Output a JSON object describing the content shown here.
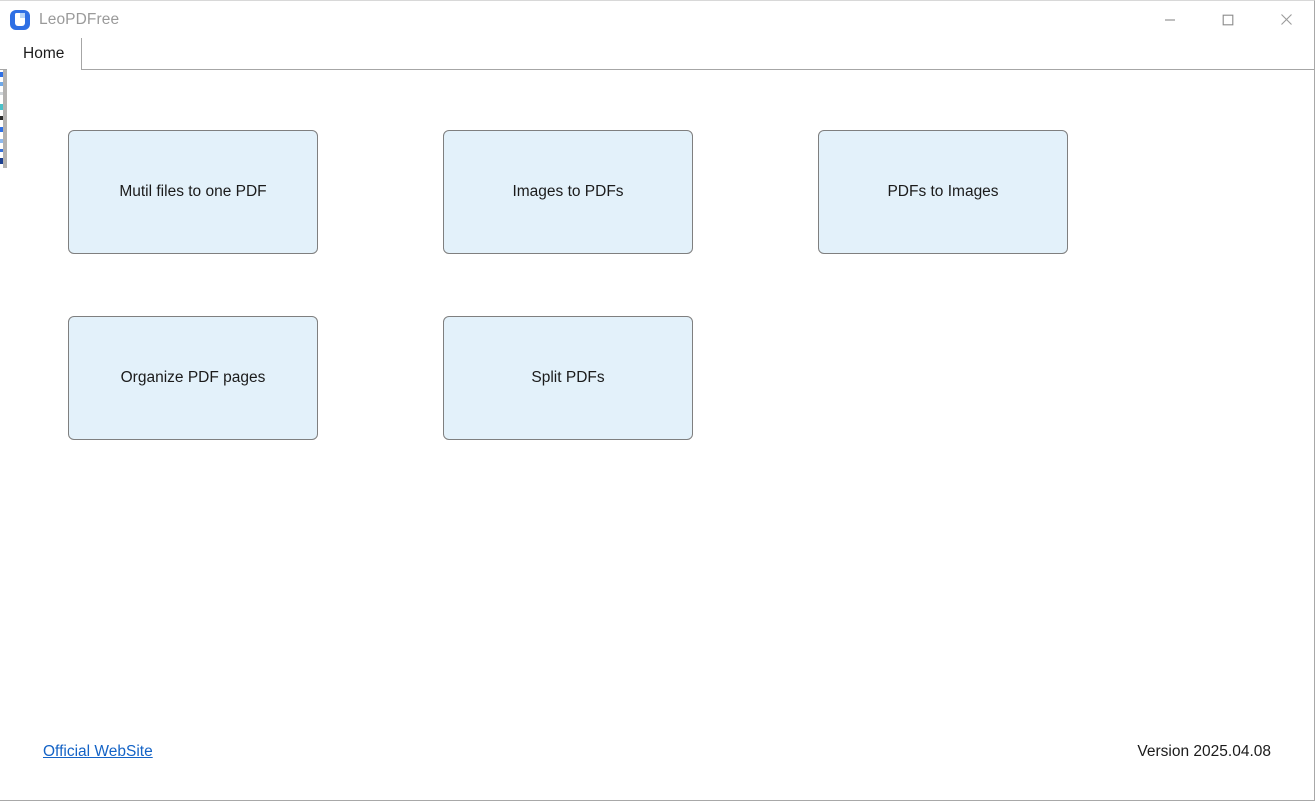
{
  "window": {
    "title": "LeoPDFree",
    "icon": "app-logo-icon",
    "controls": {
      "minimize": "minimize-icon",
      "maximize": "maximize-icon",
      "close": "close-icon"
    }
  },
  "tabs": [
    {
      "label": "Home",
      "active": true
    }
  ],
  "main": {
    "cards": [
      {
        "label": "Mutil files to one PDF"
      },
      {
        "label": "Images to PDFs"
      },
      {
        "label": "PDFs to Images"
      },
      {
        "label": "Organize PDF pages"
      },
      {
        "label": "Split PDFs"
      }
    ]
  },
  "footer": {
    "website_link": "Official WebSite",
    "version": "Version 2025.04.08"
  },
  "colors": {
    "card_background": "#e3f1fa",
    "card_border": "#7f7f7f",
    "link": "#1463c6",
    "title_text": "#9a9a9a",
    "accent": "#2f6fe4"
  }
}
